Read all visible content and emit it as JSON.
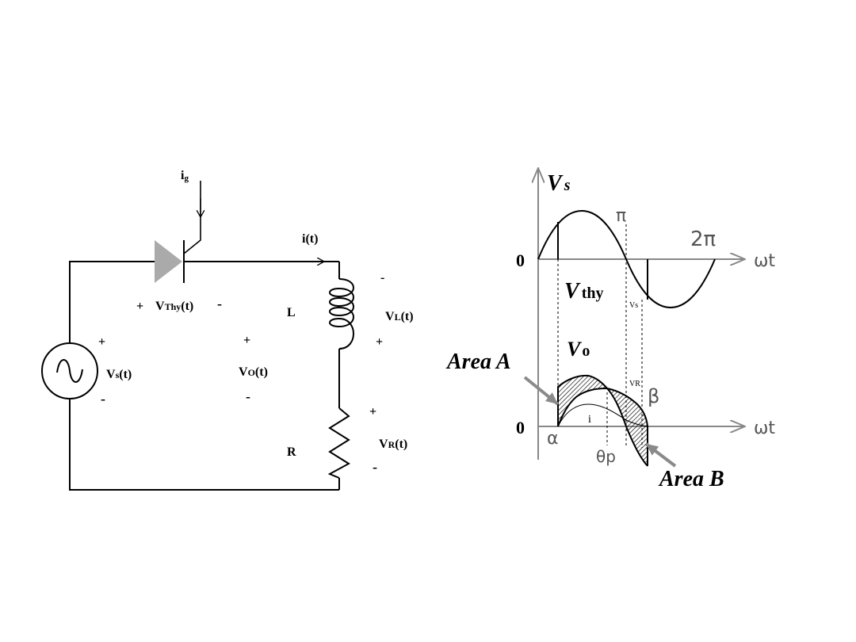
{
  "circuit": {
    "gate_current": {
      "main": "i",
      "sub": "g"
    },
    "current": "i(t)",
    "thyristor_voltage": {
      "plus": "+",
      "v": "V",
      "sub": "Thy",
      "t": "(t)",
      "minus": "-"
    },
    "inductor": "L",
    "resistor": "R",
    "inductor_voltage": {
      "v": "V",
      "sub": "L",
      "t": "(t)",
      "plus": "+",
      "minus": "-"
    },
    "resistor_voltage": {
      "v": "V",
      "sub": "R",
      "t": "(t)",
      "plus": "+",
      "minus": "-"
    },
    "source_voltage": {
      "v": "V",
      "sub": "s",
      "t": "(t)",
      "plus": "+",
      "minus": "-"
    },
    "output_voltage": {
      "v": "V",
      "sub": "O",
      "t": "(t)",
      "plus": "+",
      "minus": "-"
    }
  },
  "waveforms": {
    "top": {
      "y_label": {
        "v": "V",
        "sub": "s"
      },
      "x_label": "ωt",
      "origin": "0",
      "pi": "π",
      "two_pi": "2π",
      "thy_label": {
        "v": "V",
        "sub": "thy"
      },
      "vs_small": "Vs"
    },
    "bottom": {
      "title": {
        "v": "V",
        "sub": "o"
      },
      "x_label": "ωt",
      "origin": "0",
      "alpha": "α",
      "beta": "β",
      "theta_p": "θp",
      "i_label": "i",
      "vr_small": "VR"
    },
    "area_a": "Area A",
    "area_b": "Area B"
  }
}
